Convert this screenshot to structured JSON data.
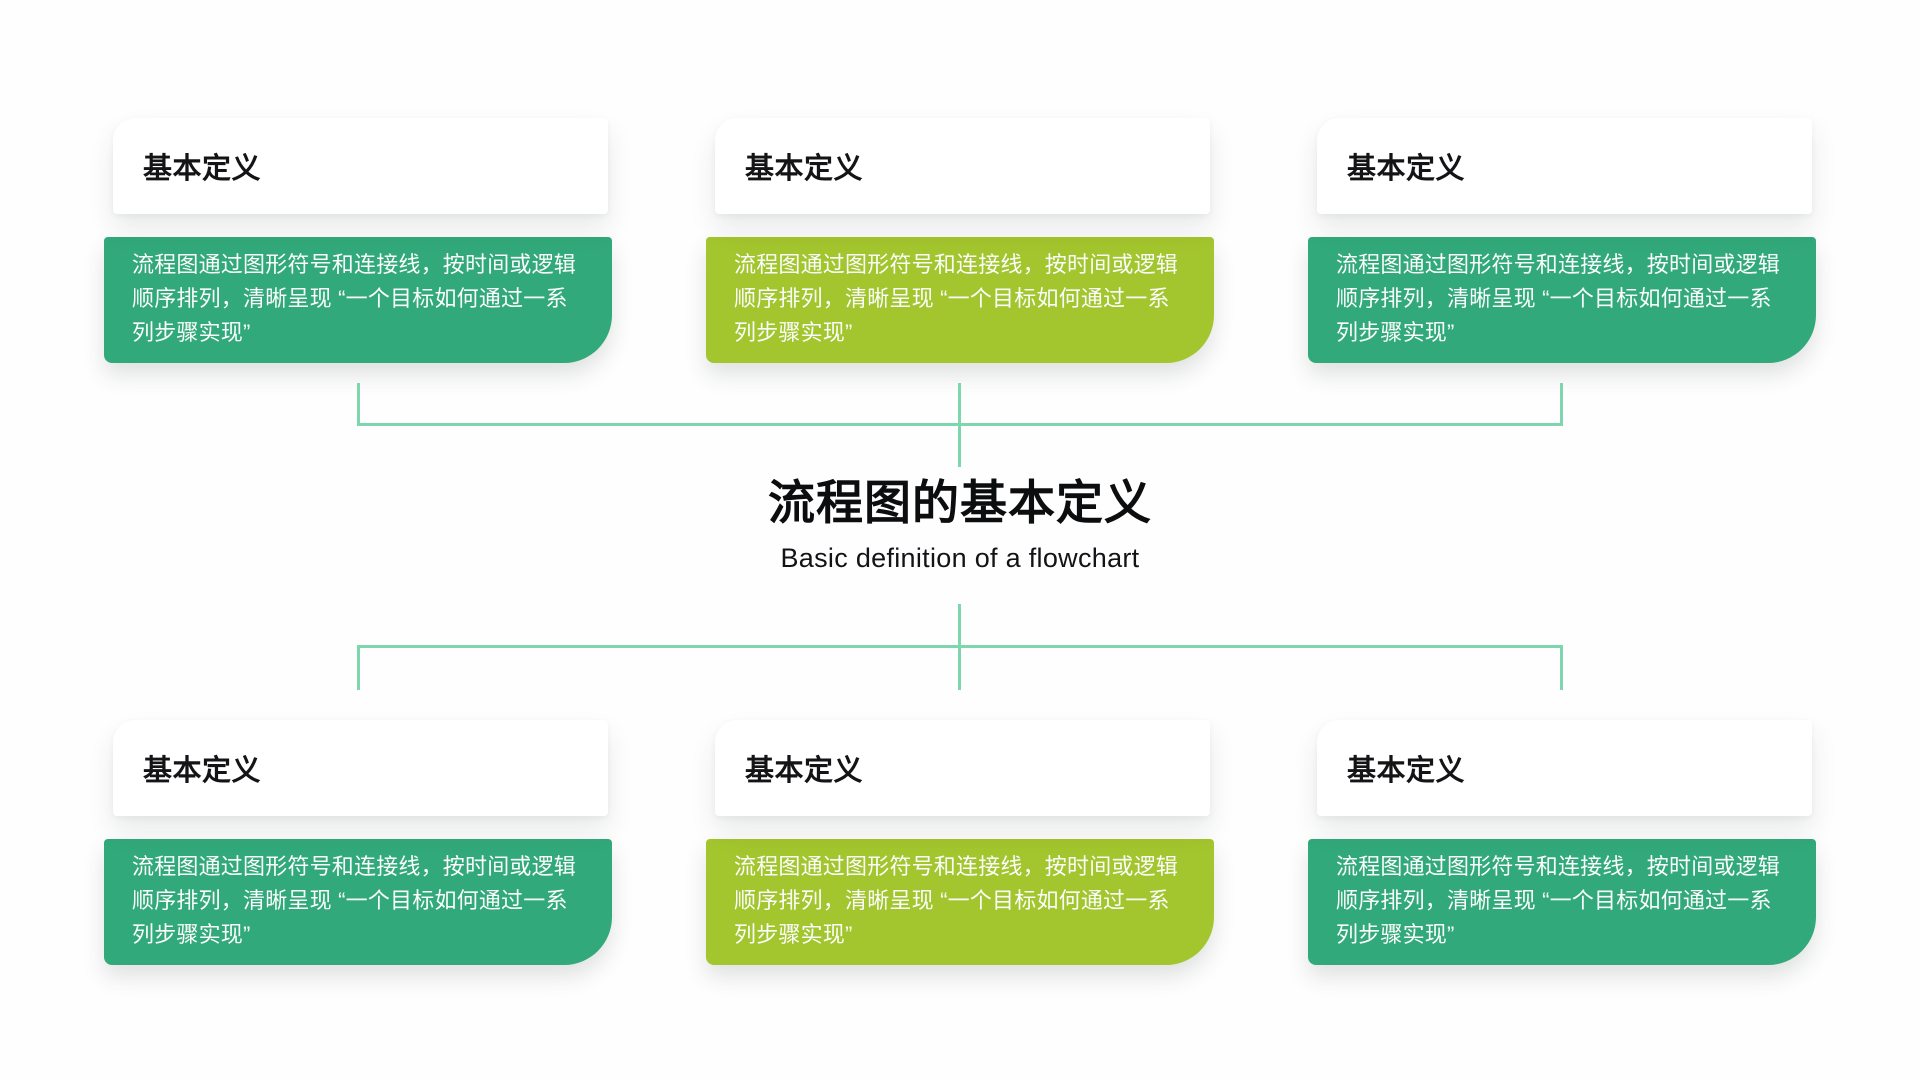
{
  "page": {
    "title": "流程图的基本定义",
    "subtitle": "Basic definition of a flowchart"
  },
  "colors": {
    "green": "#32a97a",
    "yellow_green": "#a3c52d",
    "connector": "#7ed6ae",
    "header_text": "#141417",
    "body_text": "#ffffff",
    "background": "#fefefe"
  },
  "cards": [
    {
      "position": "top-left",
      "variant": "green",
      "header": "基本定义",
      "body": "流程图通过图形符号和连接线，按时间或逻辑顺序排列，清晰呈现 “一个目标如何通过一系列步骤实现”"
    },
    {
      "position": "top-center",
      "variant": "yellow",
      "header": "基本定义",
      "body": "流程图通过图形符号和连接线，按时间或逻辑顺序排列，清晰呈现 “一个目标如何通过一系列步骤实现”"
    },
    {
      "position": "top-right",
      "variant": "green",
      "header": "基本定义",
      "body": "流程图通过图形符号和连接线，按时间或逻辑顺序排列，清晰呈现 “一个目标如何通过一系列步骤实现”"
    },
    {
      "position": "bottom-left",
      "variant": "green",
      "header": "基本定义",
      "body": "流程图通过图形符号和连接线，按时间或逻辑顺序排列，清晰呈现 “一个目标如何通过一系列步骤实现”"
    },
    {
      "position": "bottom-center",
      "variant": "yellow",
      "header": "基本定义",
      "body": "流程图通过图形符号和连接线，按时间或逻辑顺序排列，清晰呈现 “一个目标如何通过一系列步骤实现”"
    },
    {
      "position": "bottom-right",
      "variant": "green",
      "header": "基本定义",
      "body": "流程图通过图形符号和连接线，按时间或逻辑顺序排列，清晰呈现 “一个目标如何通过一系列步骤实现”"
    }
  ]
}
